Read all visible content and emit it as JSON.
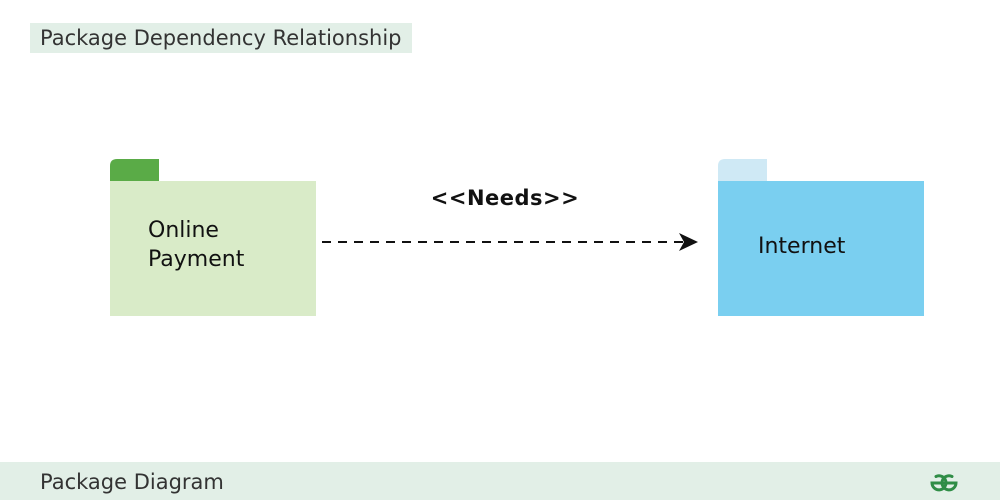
{
  "header": {
    "title": "Package Dependency Relationship"
  },
  "diagram": {
    "packages": [
      {
        "id": "online-payment",
        "label_line1": "Online",
        "label_line2": "Payment",
        "tab_color": "#5aab47",
        "body_color": "#d9ebc8"
      },
      {
        "id": "internet",
        "label": "Internet",
        "tab_color": "#cfe9f5",
        "body_color": "#7acff0"
      }
    ],
    "dependency": {
      "stereotype": "<<Needs>>",
      "style": "dashed-arrow"
    }
  },
  "footer": {
    "label": "Package Diagram",
    "logo_icon": "gfg-logo-icon",
    "logo_color": "#2f8d46"
  }
}
